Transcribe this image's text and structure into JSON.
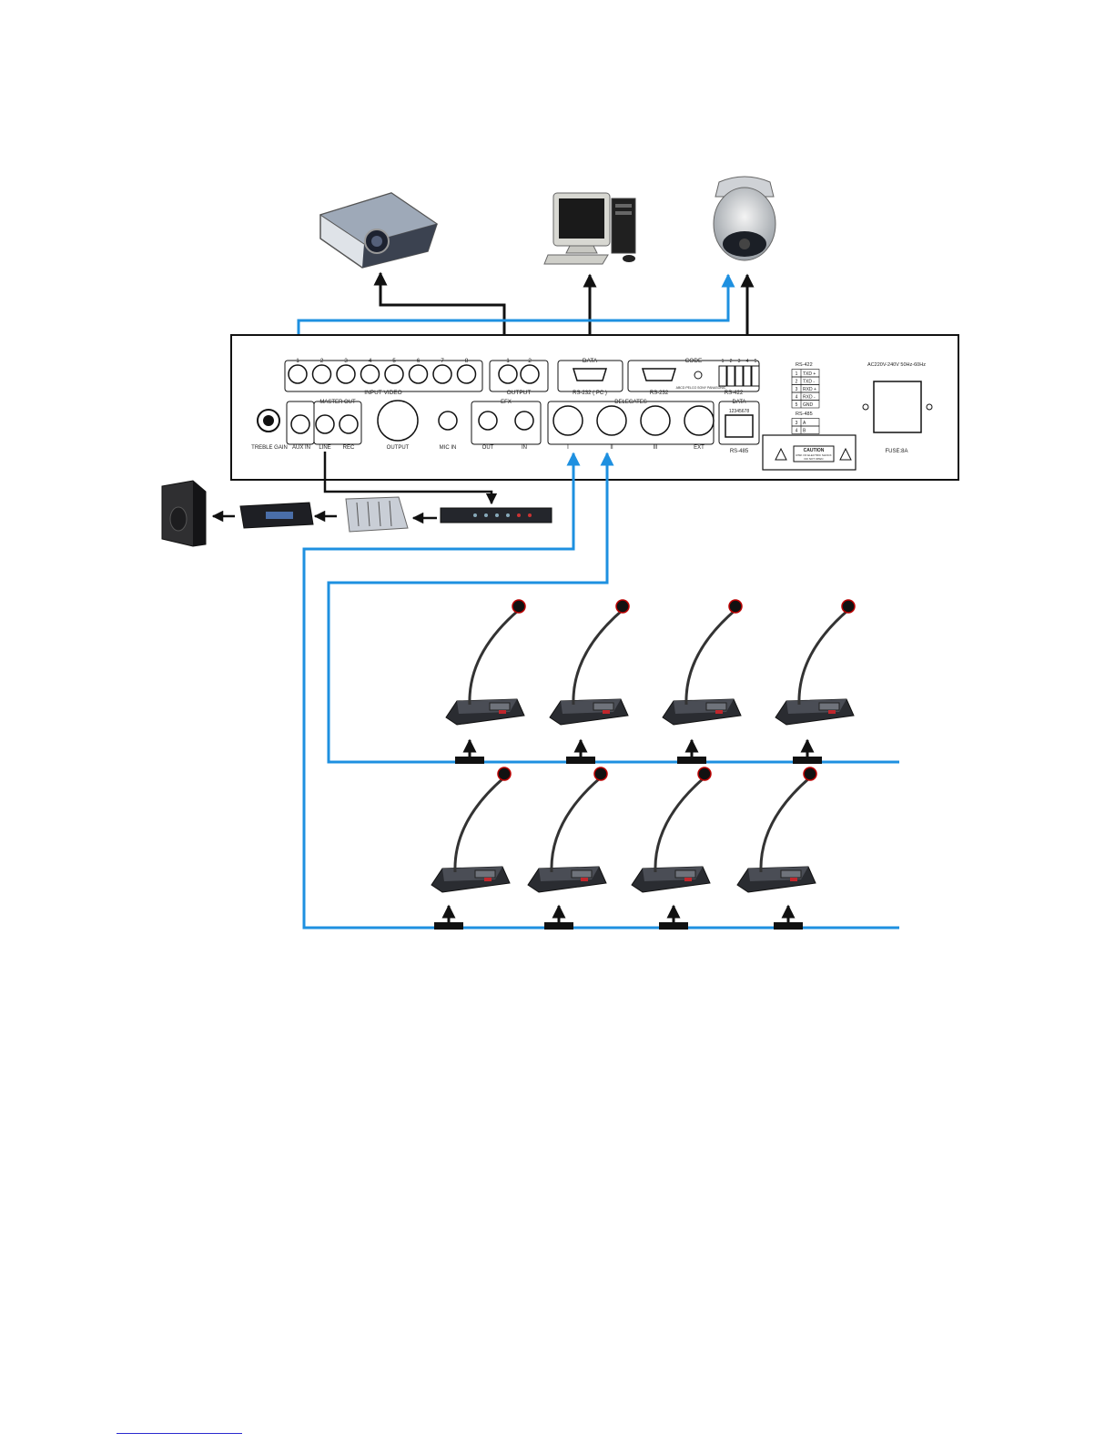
{
  "panel": {
    "input_video": {
      "title": "INPUT VIDEO",
      "channels": [
        "1",
        "2",
        "3",
        "4",
        "5",
        "6",
        "7",
        "8"
      ]
    },
    "output_video": {
      "title": "OUTPUT",
      "channels": [
        "1",
        "2"
      ]
    },
    "data_pc": {
      "title": "DATA",
      "port_label": "RS-232 ( PC )"
    },
    "code_group": {
      "title": "CODE",
      "rs232_label": "RS-232",
      "rs422_label": "RS-422",
      "pins": [
        "1",
        "2",
        "3",
        "4",
        "5"
      ],
      "small_text": "ABCD  PELCO  SONY  PANASONIC"
    },
    "rs422_table": {
      "title": "RS-422",
      "rows": [
        {
          "pin": "1",
          "signal": "TXD +"
        },
        {
          "pin": "2",
          "signal": "TXD -"
        },
        {
          "pin": "3",
          "signal": "RXD +"
        },
        {
          "pin": "4",
          "signal": "RXD -"
        },
        {
          "pin": "5",
          "signal": "GND"
        }
      ]
    },
    "rs485_table": {
      "title": "RS-485",
      "rows": [
        {
          "pin": "3",
          "signal": "A"
        },
        {
          "pin": "4",
          "signal": "B"
        }
      ]
    },
    "power_label": "AC220V-240V 50Hz-60Hz",
    "fuse_label": "FUSE:8A",
    "treble_gain_label": "TREBLE GAIN",
    "aux_in_label": "AUX IN",
    "master_out": {
      "title": "MASTER OUT",
      "line_label": "LINE",
      "rec_label": "REC"
    },
    "output_label": "OUTPUT",
    "mic_in_label": "MIC IN",
    "efx": {
      "title": "EFX",
      "out_label": "OUT",
      "in_label": "IN"
    },
    "delegates": {
      "title": "DELEGATES",
      "ports": [
        "I",
        "II",
        "III",
        "EXT"
      ]
    },
    "data_rs485": {
      "title": "DATA",
      "dip_label": "12345678",
      "port_label": "RS-485"
    },
    "caution": {
      "title": "CAUTION",
      "line1": "RISK OF ELECTRIC SHOCK",
      "line2": "DO NOT OPEN"
    }
  },
  "devices": [
    {
      "name": "projector",
      "icon": "projector-icon"
    },
    {
      "name": "computer",
      "icon": "computer-icon"
    },
    {
      "name": "dome-camera",
      "icon": "dome-camera-icon"
    },
    {
      "name": "speaker",
      "icon": "speaker-icon"
    },
    {
      "name": "power-amplifier",
      "icon": "amplifier-icon"
    },
    {
      "name": "audio-mixer",
      "icon": "mixer-icon"
    },
    {
      "name": "signal-processor",
      "icon": "processor-icon"
    }
  ],
  "delegate_units": {
    "row_1_count": 4,
    "row_2_count": 4
  },
  "colors": {
    "video_link": "#1e90e0",
    "bus_link": "#1e90e0",
    "data_link": "#111111",
    "panel_border": "#111111"
  }
}
